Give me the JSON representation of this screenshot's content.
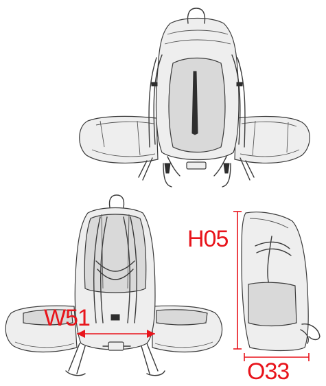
{
  "labels": {
    "height": "H05",
    "width": "W51",
    "depth": "O33"
  },
  "colors": {
    "dimension": "#e8141b",
    "outline": "#3a3a3a",
    "panel_shade": "#d9d9d9",
    "background": "#ffffff"
  }
}
